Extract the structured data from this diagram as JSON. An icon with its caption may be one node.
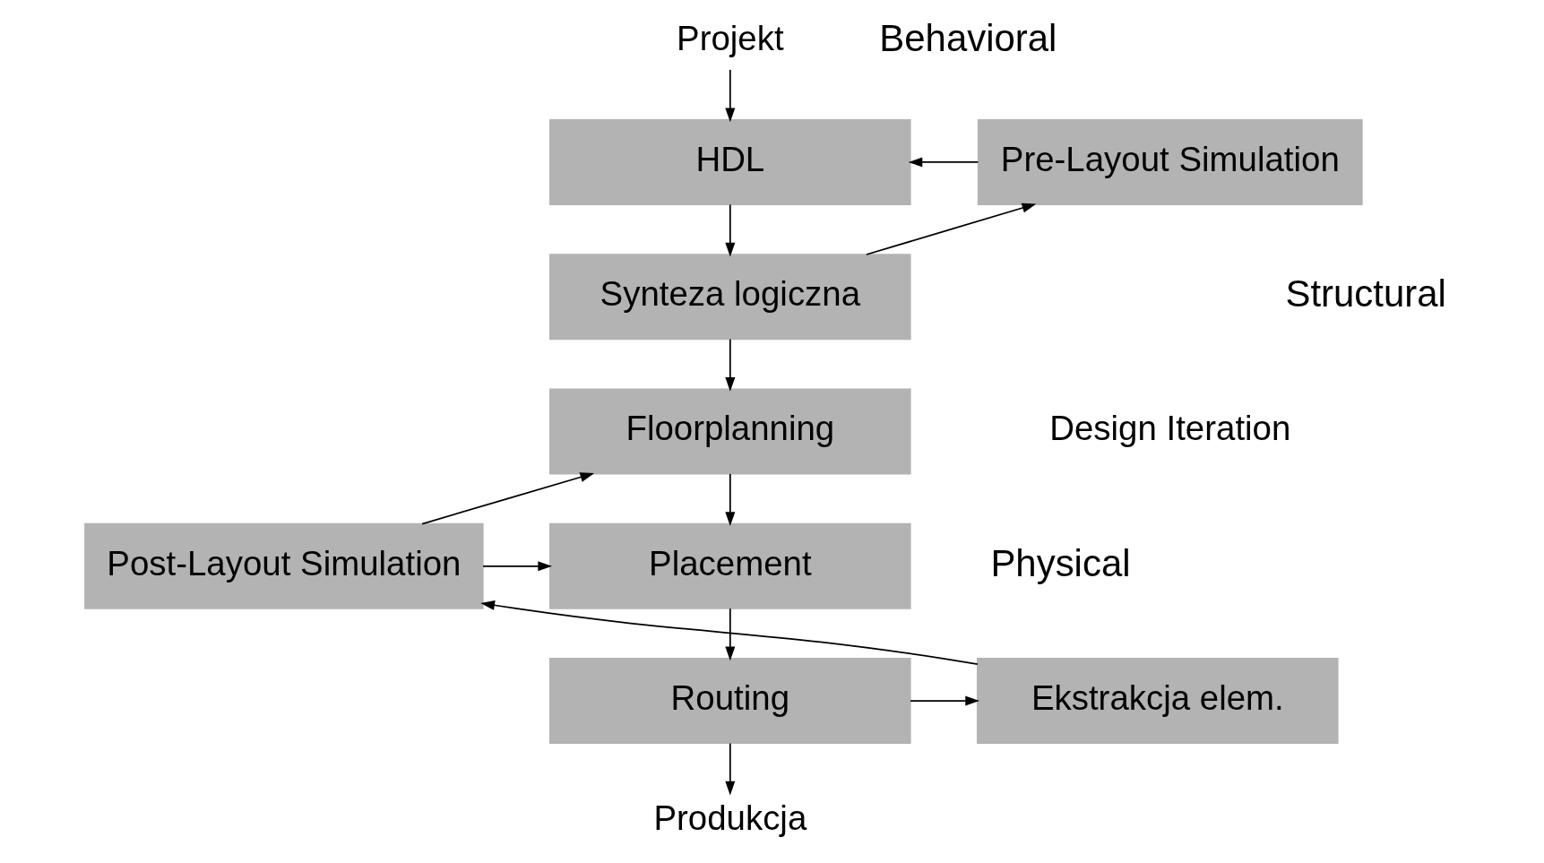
{
  "diagram": {
    "nodes": [
      {
        "text": [
          "Projekt"
        ]
      },
      {
        "text": [
          "HDL"
        ]
      },
      {
        "text": [
          "Synteza logiczna"
        ]
      },
      {
        "text": [
          "Pre-Layout Simulation"
        ]
      },
      {
        "text": [
          "Floorplanning"
        ]
      },
      {
        "text": [
          "Placement"
        ]
      },
      {
        "text": [
          "Routing"
        ]
      },
      {
        "text": [
          "Post-Layout Simulation"
        ]
      },
      {
        "text": [
          "Ekstrakcja elem."
        ]
      },
      {
        "text": [
          "Produkcja"
        ]
      }
    ],
    "edges": [
      {
        "from": 0,
        "to": 1,
        "arrow": "to"
      },
      {
        "from": 1,
        "to": 2,
        "arrow": "to"
      },
      {
        "from": 3,
        "to": 1,
        "arrow": "to"
      },
      {
        "from": 2,
        "to": 3,
        "arrow": "to"
      },
      {
        "from": 2,
        "to": 4,
        "arrow": "to"
      },
      {
        "from": 7,
        "to": 4,
        "arrow": "to"
      },
      {
        "from": 7,
        "to": 5,
        "arrow": "to"
      },
      {
        "from": 4,
        "to": 5,
        "arrow": "to"
      },
      {
        "from": 5,
        "to": 6,
        "arrow": "to"
      },
      {
        "from": 6,
        "to": 8,
        "arrow": "to"
      },
      {
        "from": 8,
        "to": 7,
        "arrow": "to"
      },
      {
        "from": 6,
        "to": 9,
        "arrow": "to"
      }
    ],
    "labels": [
      "Behavioral",
      "Structural",
      "Physical",
      "Design Iteration"
    ]
  }
}
